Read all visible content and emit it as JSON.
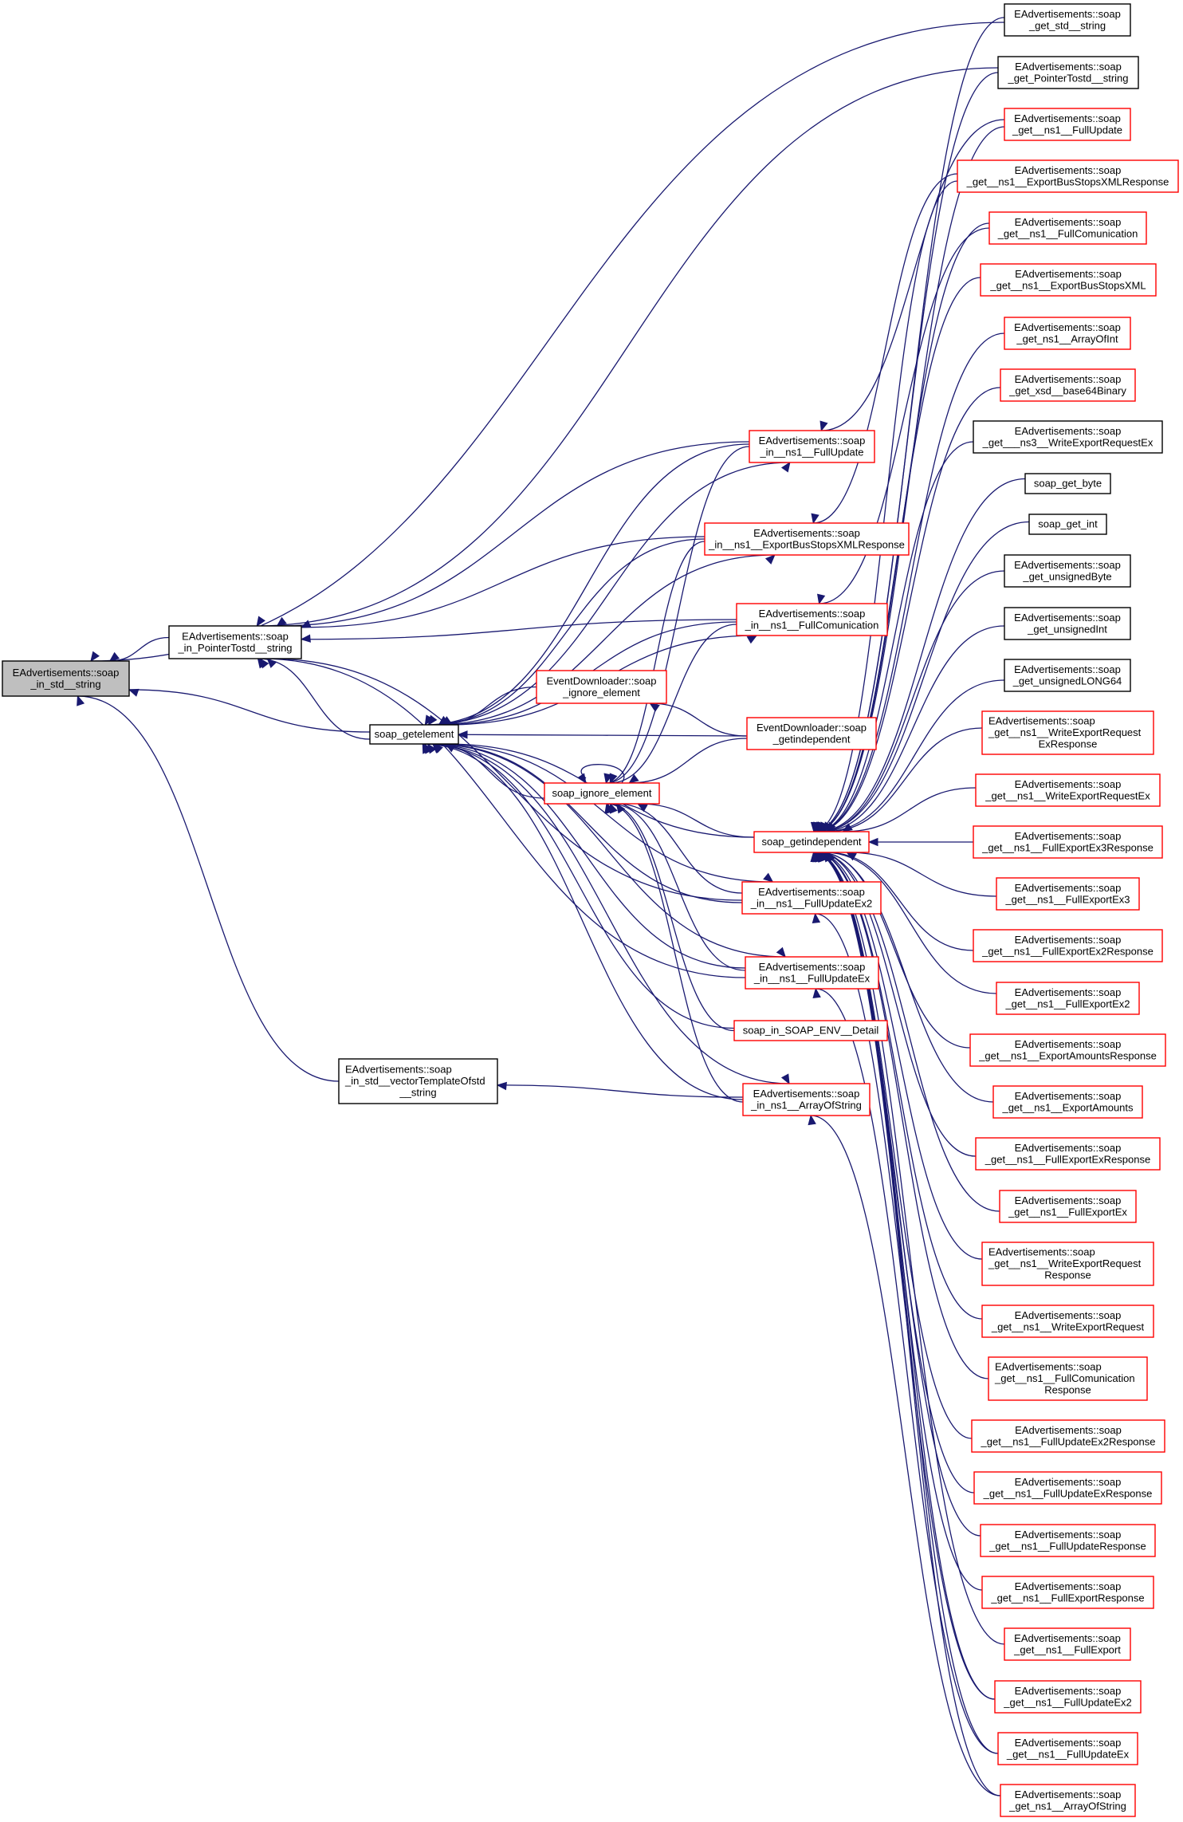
{
  "diagram": {
    "title": "Caller graph of EAdvertisements::soap_in_std__string",
    "colors": {
      "edge": "#191970",
      "root_fill": "#bfbfbf",
      "node_fill": "#ffffff",
      "black_border": "#000000",
      "red_border": "#ff0000"
    },
    "nodes": [
      {
        "id": "root",
        "kind": "root",
        "lines": [
          "EAdvertisements::soap",
          "_in_std__string"
        ]
      },
      {
        "id": "in_ptr",
        "kind": "black",
        "lines": [
          "EAdvertisements::soap",
          "_in_PointerTostd__string"
        ]
      },
      {
        "id": "getelement",
        "kind": "black",
        "lines": [
          "soap_getelement"
        ]
      },
      {
        "id": "in_vec",
        "kind": "black",
        "lines": [
          "EAdvertisements::soap",
          "_in_std__vectorTemplateOfstd",
          "__string"
        ]
      },
      {
        "id": "in_fullupdate",
        "kind": "red",
        "lines": [
          "EAdvertisements::soap",
          "_in__ns1__FullUpdate"
        ]
      },
      {
        "id": "in_ebsxr",
        "kind": "red",
        "lines": [
          "EAdvertisements::soap",
          "_in__ns1__ExportBusStopsXMLResponse"
        ]
      },
      {
        "id": "in_fullcom",
        "kind": "red",
        "lines": [
          "EAdvertisements::soap",
          "_in__ns1__FullComunication"
        ]
      },
      {
        "id": "ed_ignore",
        "kind": "red",
        "lines": [
          "EventDownloader::soap",
          "_ignore_element"
        ]
      },
      {
        "id": "ed_getind",
        "kind": "red",
        "lines": [
          "EventDownloader::soap",
          "_getindependent"
        ]
      },
      {
        "id": "ignore",
        "kind": "red",
        "lines": [
          "soap_ignore_element"
        ]
      },
      {
        "id": "getind",
        "kind": "red",
        "lines": [
          "soap_getindependent"
        ]
      },
      {
        "id": "in_fuex2",
        "kind": "red",
        "lines": [
          "EAdvertisements::soap",
          "_in__ns1__FullUpdateEx2"
        ]
      },
      {
        "id": "in_fuex",
        "kind": "red",
        "lines": [
          "EAdvertisements::soap",
          "_in__ns1__FullUpdateEx"
        ]
      },
      {
        "id": "in_detail",
        "kind": "red",
        "lines": [
          "soap_in_SOAP_ENV__Detail"
        ]
      },
      {
        "id": "in_aos",
        "kind": "red",
        "lines": [
          "EAdvertisements::soap",
          "_in_ns1__ArrayOfString"
        ]
      },
      {
        "id": "g_std",
        "kind": "black",
        "lines": [
          "EAdvertisements::soap",
          "_get_std__string"
        ]
      },
      {
        "id": "g_ptr",
        "kind": "black",
        "lines": [
          "EAdvertisements::soap",
          "_get_PointerTostd__string"
        ]
      },
      {
        "id": "g_fu",
        "kind": "red",
        "lines": [
          "EAdvertisements::soap",
          "_get__ns1__FullUpdate"
        ]
      },
      {
        "id": "g_ebsxr",
        "kind": "red",
        "lines": [
          "EAdvertisements::soap",
          "_get__ns1__ExportBusStopsXMLResponse"
        ]
      },
      {
        "id": "g_fc",
        "kind": "red",
        "lines": [
          "EAdvertisements::soap",
          "_get__ns1__FullComunication"
        ]
      },
      {
        "id": "g_ebsx",
        "kind": "red",
        "lines": [
          "EAdvertisements::soap",
          "_get__ns1__ExportBusStopsXML"
        ]
      },
      {
        "id": "g_aoi",
        "kind": "red",
        "lines": [
          "EAdvertisements::soap",
          "_get_ns1__ArrayOfInt"
        ]
      },
      {
        "id": "g_b64",
        "kind": "red",
        "lines": [
          "EAdvertisements::soap",
          "_get_xsd__base64Binary"
        ]
      },
      {
        "id": "g_ns3",
        "kind": "black",
        "lines": [
          "EAdvertisements::soap",
          "_get___ns3__WriteExportRequestEx"
        ]
      },
      {
        "id": "g_byte",
        "kind": "black",
        "lines": [
          "soap_get_byte"
        ]
      },
      {
        "id": "g_int",
        "kind": "black",
        "lines": [
          "soap_get_int"
        ]
      },
      {
        "id": "g_ubyte",
        "kind": "black",
        "lines": [
          "EAdvertisements::soap",
          "_get_unsignedByte"
        ]
      },
      {
        "id": "g_uint",
        "kind": "black",
        "lines": [
          "EAdvertisements::soap",
          "_get_unsignedInt"
        ]
      },
      {
        "id": "g_ulong",
        "kind": "black",
        "lines": [
          "EAdvertisements::soap",
          "_get_unsignedLONG64"
        ]
      },
      {
        "id": "g_werexr",
        "kind": "red",
        "lines": [
          "EAdvertisements::soap",
          "_get__ns1__WriteExportRequest",
          "ExResponse"
        ]
      },
      {
        "id": "g_werex",
        "kind": "red",
        "lines": [
          "EAdvertisements::soap",
          "_get__ns1__WriteExportRequestEx"
        ]
      },
      {
        "id": "g_fe3r",
        "kind": "red",
        "lines": [
          "EAdvertisements::soap",
          "_get__ns1__FullExportEx3Response"
        ]
      },
      {
        "id": "g_fe3",
        "kind": "red",
        "lines": [
          "EAdvertisements::soap",
          "_get__ns1__FullExportEx3"
        ]
      },
      {
        "id": "g_fe2r",
        "kind": "red",
        "lines": [
          "EAdvertisements::soap",
          "_get__ns1__FullExportEx2Response"
        ]
      },
      {
        "id": "g_fe2",
        "kind": "red",
        "lines": [
          "EAdvertisements::soap",
          "_get__ns1__FullExportEx2"
        ]
      },
      {
        "id": "g_ear",
        "kind": "red",
        "lines": [
          "EAdvertisements::soap",
          "_get__ns1__ExportAmountsResponse"
        ]
      },
      {
        "id": "g_ea",
        "kind": "red",
        "lines": [
          "EAdvertisements::soap",
          "_get__ns1__ExportAmounts"
        ]
      },
      {
        "id": "g_fexr",
        "kind": "red",
        "lines": [
          "EAdvertisements::soap",
          "_get__ns1__FullExportExResponse"
        ]
      },
      {
        "id": "g_fex",
        "kind": "red",
        "lines": [
          "EAdvertisements::soap",
          "_get__ns1__FullExportEx"
        ]
      },
      {
        "id": "g_werr",
        "kind": "red",
        "lines": [
          "EAdvertisements::soap",
          "_get__ns1__WriteExportRequest",
          "Response"
        ]
      },
      {
        "id": "g_wer",
        "kind": "red",
        "lines": [
          "EAdvertisements::soap",
          "_get__ns1__WriteExportRequest"
        ]
      },
      {
        "id": "g_fcr",
        "kind": "red",
        "lines": [
          "EAdvertisements::soap",
          "_get__ns1__FullComunication",
          "Response"
        ]
      },
      {
        "id": "g_fux2r",
        "kind": "red",
        "lines": [
          "EAdvertisements::soap",
          "_get__ns1__FullUpdateEx2Response"
        ]
      },
      {
        "id": "g_fuxr",
        "kind": "red",
        "lines": [
          "EAdvertisements::soap",
          "_get__ns1__FullUpdateExResponse"
        ]
      },
      {
        "id": "g_fur",
        "kind": "red",
        "lines": [
          "EAdvertisements::soap",
          "_get__ns1__FullUpdateResponse"
        ]
      },
      {
        "id": "g_fer",
        "kind": "red",
        "lines": [
          "EAdvertisements::soap",
          "_get__ns1__FullExportResponse"
        ]
      },
      {
        "id": "g_fe",
        "kind": "red",
        "lines": [
          "EAdvertisements::soap",
          "_get__ns1__FullExport"
        ]
      },
      {
        "id": "g_fux2",
        "kind": "red",
        "lines": [
          "EAdvertisements::soap",
          "_get__ns1__FullUpdateEx2"
        ]
      },
      {
        "id": "g_fux",
        "kind": "red",
        "lines": [
          "EAdvertisements::soap",
          "_get__ns1__FullUpdateEx"
        ]
      },
      {
        "id": "g_aos",
        "kind": "red",
        "lines": [
          "EAdvertisements::soap",
          "_get_ns1__ArrayOfString"
        ]
      }
    ],
    "edges": [
      [
        "in_ptr",
        "root"
      ],
      [
        "getelement",
        "root"
      ],
      [
        "in_vec",
        "root"
      ],
      [
        "g_std",
        "root"
      ],
      [
        "getelement",
        "in_ptr"
      ],
      [
        "in_fullupdate",
        "in_ptr"
      ],
      [
        "in_ebsxr",
        "in_ptr"
      ],
      [
        "in_fullcom",
        "in_ptr"
      ],
      [
        "in_fuex2",
        "in_ptr"
      ],
      [
        "in_fuex",
        "in_ptr"
      ],
      [
        "g_ptr",
        "in_ptr"
      ],
      [
        "in_aos",
        "in_vec"
      ],
      [
        "ed_ignore",
        "getelement"
      ],
      [
        "ed_getind",
        "getelement"
      ],
      [
        "ignore",
        "getelement"
      ],
      [
        "getind",
        "getelement"
      ],
      [
        "in_fullupdate",
        "getelement"
      ],
      [
        "in_ebsxr",
        "getelement"
      ],
      [
        "in_fullcom",
        "getelement"
      ],
      [
        "in_fuex2",
        "getelement"
      ],
      [
        "in_fuex",
        "getelement"
      ],
      [
        "in_detail",
        "getelement"
      ],
      [
        "in_aos",
        "getelement"
      ],
      [
        "ed_getind",
        "ed_ignore"
      ],
      [
        "ed_getind",
        "ignore"
      ],
      [
        "getind",
        "ignore"
      ],
      [
        "ignore",
        "ignore"
      ],
      [
        "in_fullupdate",
        "ignore"
      ],
      [
        "in_ebsxr",
        "ignore"
      ],
      [
        "in_fullcom",
        "ignore"
      ],
      [
        "in_fuex2",
        "ignore"
      ],
      [
        "in_fuex",
        "ignore"
      ],
      [
        "in_detail",
        "ignore"
      ],
      [
        "in_aos",
        "ignore"
      ],
      [
        "getelement",
        "in_fullupdate"
      ],
      [
        "getelement",
        "in_ebsxr"
      ],
      [
        "getelement",
        "in_fullcom"
      ],
      [
        "getelement",
        "in_fuex2"
      ],
      [
        "getelement",
        "in_fuex"
      ],
      [
        "getelement",
        "in_aos"
      ],
      [
        "g_fu",
        "in_fullupdate"
      ],
      [
        "g_ebsxr",
        "in_ebsxr"
      ],
      [
        "g_fc",
        "in_fullcom"
      ],
      [
        "g_fux2",
        "in_fuex2"
      ],
      [
        "g_fux",
        "in_fuex"
      ],
      [
        "g_aos",
        "in_aos"
      ],
      [
        "g_std",
        "getind"
      ],
      [
        "g_ptr",
        "getind"
      ],
      [
        "g_fu",
        "getind"
      ],
      [
        "g_ebsxr",
        "getind"
      ],
      [
        "g_fc",
        "getind"
      ],
      [
        "g_ebsx",
        "getind"
      ],
      [
        "g_aoi",
        "getind"
      ],
      [
        "g_b64",
        "getind"
      ],
      [
        "g_ns3",
        "getind"
      ],
      [
        "g_byte",
        "getind"
      ],
      [
        "g_int",
        "getind"
      ],
      [
        "g_ubyte",
        "getind"
      ],
      [
        "g_uint",
        "getind"
      ],
      [
        "g_ulong",
        "getind"
      ],
      [
        "g_werexr",
        "getind"
      ],
      [
        "g_werex",
        "getind"
      ],
      [
        "g_fe3r",
        "getind"
      ],
      [
        "g_fe3",
        "getind"
      ],
      [
        "g_fe2r",
        "getind"
      ],
      [
        "g_fe2",
        "getind"
      ],
      [
        "g_ear",
        "getind"
      ],
      [
        "g_ea",
        "getind"
      ],
      [
        "g_fexr",
        "getind"
      ],
      [
        "g_fex",
        "getind"
      ],
      [
        "g_werr",
        "getind"
      ],
      [
        "g_wer",
        "getind"
      ],
      [
        "g_fcr",
        "getind"
      ],
      [
        "g_fux2r",
        "getind"
      ],
      [
        "g_fuxr",
        "getind"
      ],
      [
        "g_fur",
        "getind"
      ],
      [
        "g_fer",
        "getind"
      ],
      [
        "g_fe",
        "getind"
      ],
      [
        "g_fux2",
        "getind"
      ],
      [
        "g_fux",
        "getind"
      ],
      [
        "g_aos",
        "getind"
      ]
    ]
  }
}
